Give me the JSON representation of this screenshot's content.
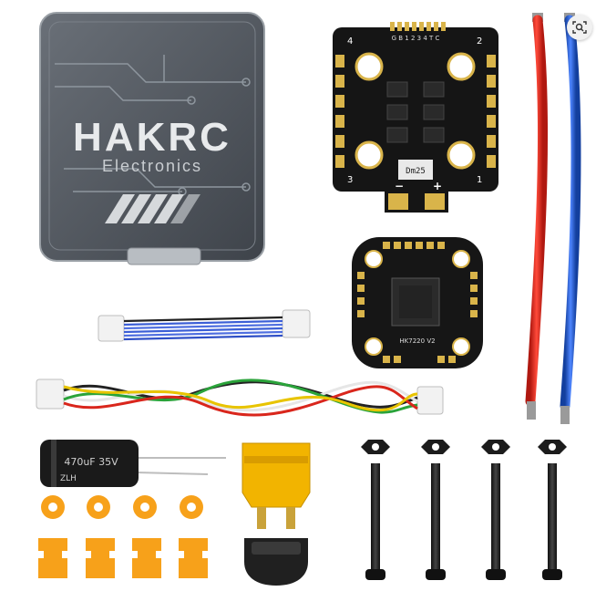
{
  "product_image": {
    "case_brand": "HAKRC",
    "case_subtitle": "Electronics",
    "esc_pad_labels": [
      "4",
      "2",
      "3",
      "1"
    ],
    "esc_header_labels": "G B 1 2 3 4 T C",
    "esc_minus": "−",
    "esc_plus": "+",
    "esc_chip_text": "Dm25",
    "fc_model": "HK7220 V2",
    "capacitor_text": "470uF 35V",
    "capacitor_brand": "ZLH",
    "visual_search_label": "Search image"
  },
  "colors": {
    "case": "#5a6068",
    "pcb": "#141414",
    "gold": "#d9b44a",
    "red_wire": "#d9261c",
    "blue_wire": "#1e5bd6",
    "orange_parts": "#f7a11a",
    "xt30": "#f2b400"
  }
}
